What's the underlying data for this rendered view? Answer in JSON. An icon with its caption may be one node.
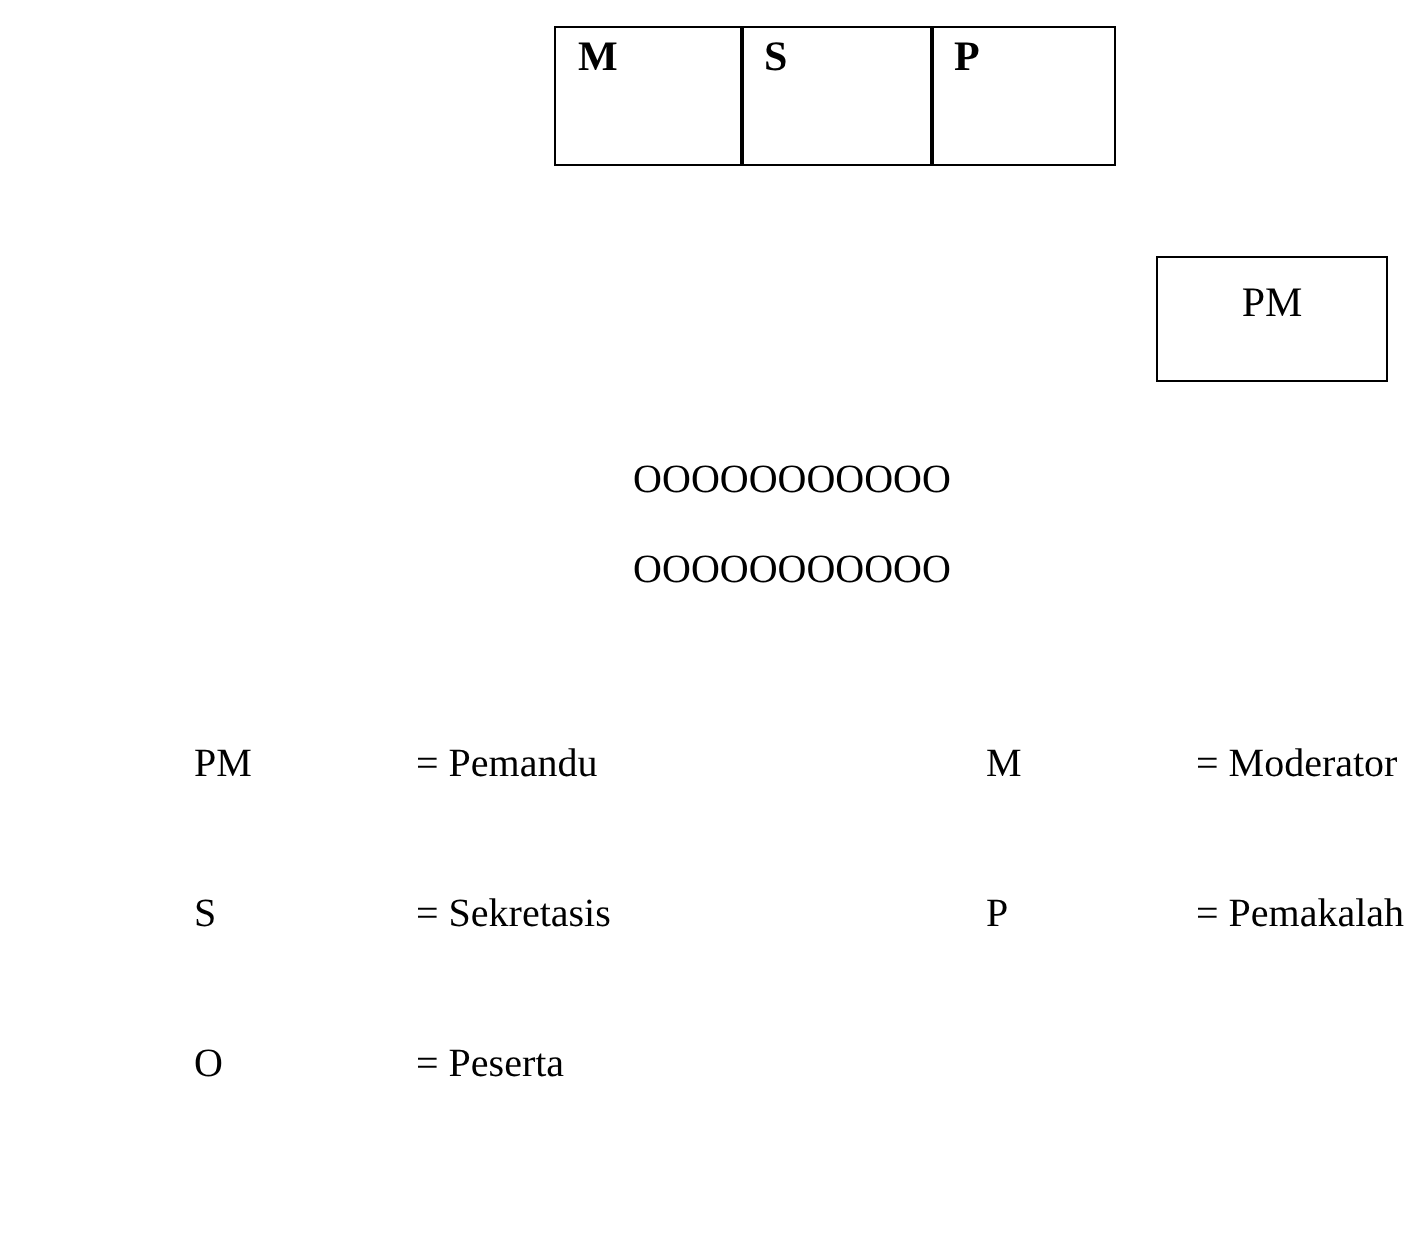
{
  "diagram": {
    "nodes": [
      {
        "text": [
          "M"
        ]
      },
      {
        "text": [
          "S"
        ]
      },
      {
        "text": [
          "P"
        ]
      },
      {
        "text": [
          "PM"
        ]
      }
    ],
    "edges": [],
    "labels": [
      "OOOOOOOOOOO",
      "OOOOOOOOOOO",
      "PM",
      "= Pemandu",
      "M",
      "= Moderator",
      "S",
      "= Sekretasis",
      "P",
      "= Pemakalah",
      "O",
      "= Peserta"
    ]
  }
}
